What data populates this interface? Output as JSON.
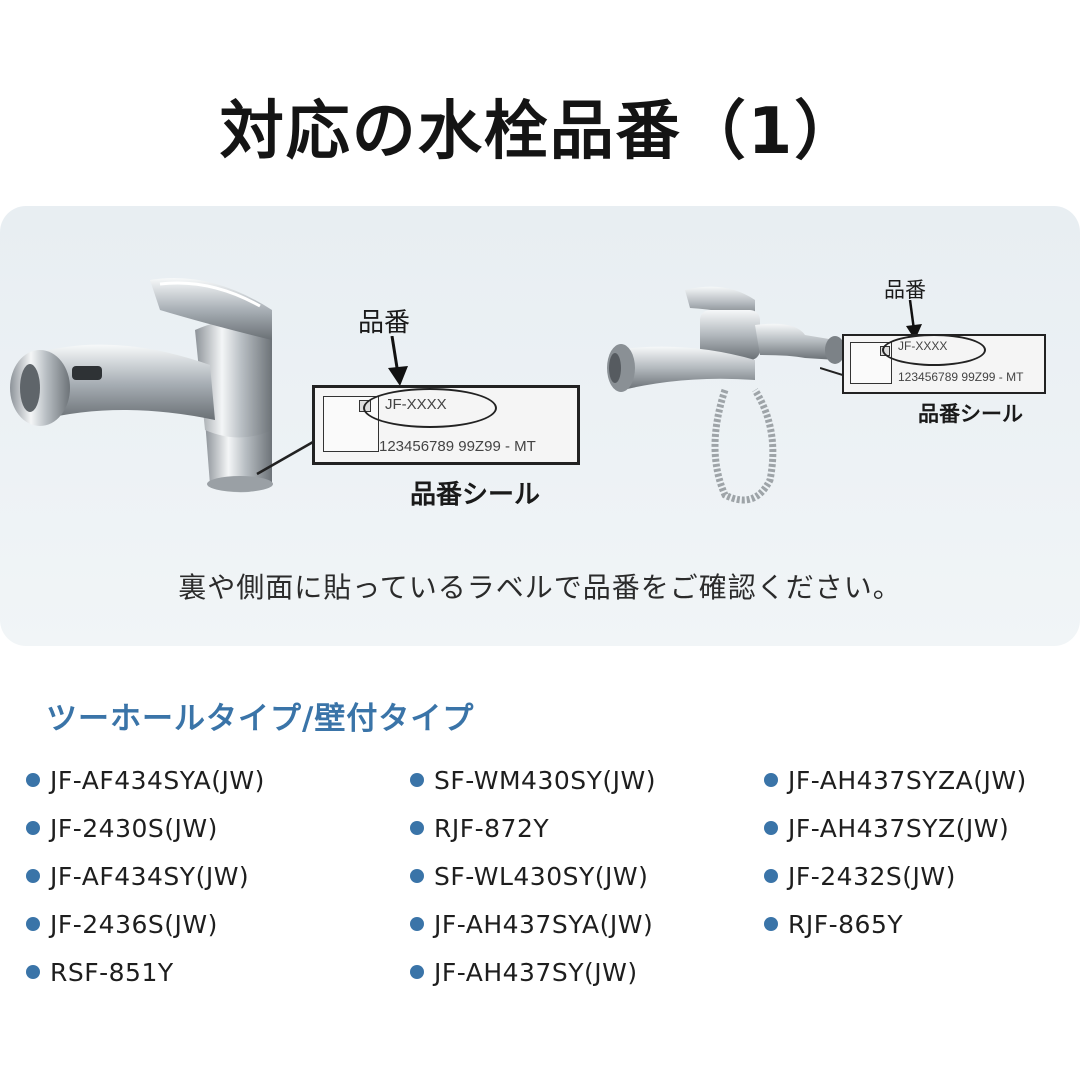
{
  "header": {
    "title": "対応の水栓品番（1）"
  },
  "diagram": {
    "left": {
      "part_number_label": "品番",
      "sticker_code": "JF-XXXX",
      "sticker_serial": "123456789   99Z99 - MT",
      "sticker_caption": "品番シール"
    },
    "right": {
      "part_number_label": "品番",
      "sticker_code": "JF-XXXX",
      "sticker_serial": "123456789   99Z99 - MT",
      "sticker_caption": "品番シール"
    },
    "instruction": "裏や側面に貼っているラベルで品番をご確認ください。"
  },
  "models": {
    "heading": "ツーホールタイプ/壁付タイプ",
    "bullet_color": "#3a74a8",
    "columns": [
      [
        "JF-AF434SYA(JW)",
        "JF-2430S(JW)",
        "JF-AF434SY(JW)",
        "JF-2436S(JW)",
        "RSF-851Y"
      ],
      [
        "SF-WM430SY(JW)",
        "RJF-872Y",
        "SF-WL430SY(JW)",
        "JF-AH437SYA(JW)",
        "JF-AH437SY(JW)"
      ],
      [
        "JF-AH437SYZA(JW)",
        "JF-AH437SYZ(JW)",
        "JF-2432S(JW)",
        "RJF-865Y"
      ]
    ]
  }
}
